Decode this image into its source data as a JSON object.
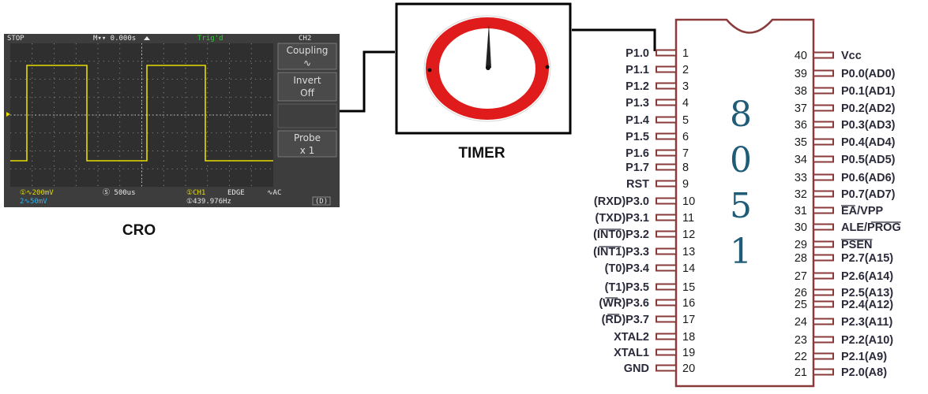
{
  "cro": {
    "caption": "CRO",
    "top_status": {
      "left": "STOP",
      "mid": "M▾▾ 0.000s",
      "trig": "Trig'd",
      "right": "CH2"
    },
    "menu": [
      {
        "title": "Coupling",
        "value": "∿"
      },
      {
        "title": "Invert",
        "value": "Off"
      },
      {
        "title": "Probe",
        "value": "x 1"
      }
    ],
    "bottom": {
      "ch1_scale": "①∿200mV",
      "ch2_scale": "2∿50mV",
      "timebase": "Ⓢ 500us",
      "trig_src": "①CH1",
      "trig_mode": "EDGE",
      "trig_coupling": "∿AC",
      "freq": "①439.976Hz",
      "corner": "(D)"
    },
    "colors": {
      "screen": "#3d3d3d",
      "trace": "#e6dc00",
      "text": "#e8e8e8",
      "status_green": "#33cc33"
    }
  },
  "timer": {
    "caption": "TIMER",
    "colors": {
      "ring": "#e01b1b",
      "hand": "#222222"
    }
  },
  "chip": {
    "name_chars": [
      "8",
      "0",
      "5",
      "1"
    ],
    "colors": {
      "body": "#8b3a3a",
      "text": "#1f5c78"
    },
    "left_pins": [
      {
        "num": "1",
        "label": "P1.0"
      },
      {
        "num": "2",
        "label": "P1.1"
      },
      {
        "num": "3",
        "label": "P1.2"
      },
      {
        "num": "4",
        "label": "P1.3"
      },
      {
        "num": "5",
        "label": "P1.4"
      },
      {
        "num": "6",
        "label": "P1.5"
      },
      {
        "num": "7",
        "label": "P1.6"
      },
      {
        "num": "8",
        "label": "P1.7"
      },
      {
        "num": "9",
        "label": "RST"
      },
      {
        "num": "10",
        "label": "(RXD)P3.0"
      },
      {
        "num": "11",
        "label": "(TXD)P3.1"
      },
      {
        "num": "12",
        "label": "(INT0)P3.2"
      },
      {
        "num": "13",
        "label": "(INT1)P3.3"
      },
      {
        "num": "14",
        "label": "(T0)P3.4"
      },
      {
        "num": "15",
        "label": "(T1)P3.5"
      },
      {
        "num": "16",
        "label": "(WR)P3.6"
      },
      {
        "num": "17",
        "label": "(RD)P3.7"
      },
      {
        "num": "18",
        "label": "XTAL2"
      },
      {
        "num": "19",
        "label": "XTAL1"
      },
      {
        "num": "20",
        "label": "GND"
      }
    ],
    "right_pins": [
      {
        "num": "40",
        "label": "Vcc"
      },
      {
        "num": "39",
        "label": "P0.0(AD0)"
      },
      {
        "num": "38",
        "label": "P0.1(AD1)"
      },
      {
        "num": "37",
        "label": "P0.2(AD2)"
      },
      {
        "num": "36",
        "label": "P0.3(AD3)"
      },
      {
        "num": "35",
        "label": "P0.4(AD4)"
      },
      {
        "num": "34",
        "label": "P0.5(AD5)"
      },
      {
        "num": "33",
        "label": "P0.6(AD6)"
      },
      {
        "num": "32",
        "label": "P0.7(AD7)"
      },
      {
        "num": "31",
        "label": "EA/VPP"
      },
      {
        "num": "30",
        "label": "ALE/PROG"
      },
      {
        "num": "29",
        "label": "PSEN"
      },
      {
        "num": "28",
        "label": "P2.7(A15)"
      },
      {
        "num": "27",
        "label": "P2.6(A14)"
      },
      {
        "num": "26",
        "label": "P2.5(A13)"
      },
      {
        "num": "25",
        "label": "P2.4(A12)"
      },
      {
        "num": "24",
        "label": "P2.3(A11)"
      },
      {
        "num": "23",
        "label": "P2.2(A10)"
      },
      {
        "num": "22",
        "label": "P2.1(A9)"
      },
      {
        "num": "21",
        "label": "P2.0(A8)"
      }
    ]
  }
}
